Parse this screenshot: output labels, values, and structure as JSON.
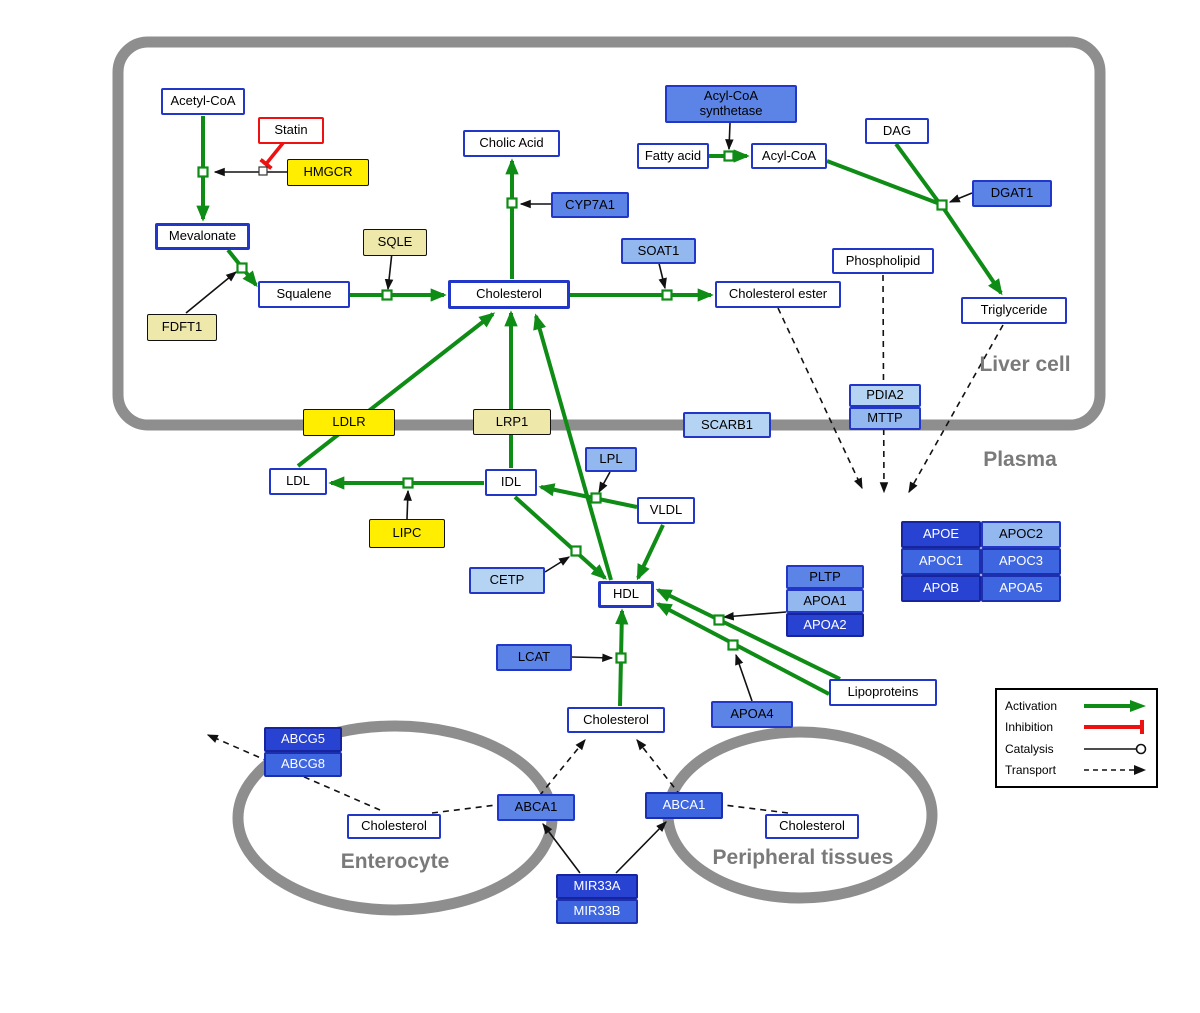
{
  "compartments": {
    "liver": "Liver cell",
    "plasma": "Plasma",
    "enterocyte": "Enterocyte",
    "peripheral": "Peripheral tissues"
  },
  "legend": {
    "activation": "Activation",
    "inhibition": "Inhibition",
    "catalysis": "Catalysis",
    "transport": "Transport"
  },
  "colors": {
    "activation_green": "#0e8c15",
    "inhibition_red": "#ee1111",
    "node_border_blue": "#2236c8",
    "node_yellow": "#ffee00",
    "node_khaki": "#eee8aa",
    "node_blue_dark": "#2843d2",
    "node_blue_medium": "#5b84e6",
    "node_blue_light": "#93b7ef",
    "compartment_gray": "#8e8e8e"
  },
  "nodes": {
    "acetyl_coa": "Acetyl-CoA",
    "statin": "Statin",
    "hmgcr": "HMGCR",
    "mevalonate": "Mevalonate",
    "fdft1": "FDFT1",
    "squalene": "Squalene",
    "sqle": "SQLE",
    "cholesterol_liver": "Cholesterol",
    "cholic_acid": "Cholic Acid",
    "cyp7a1": "CYP7A1",
    "soat1": "SOAT1",
    "cholesterol_ester": "Cholesterol ester",
    "acyl_coa_synthetase": "Acyl-CoA synthetase",
    "fatty_acid": "Fatty acid",
    "acyl_coa": "Acyl-CoA",
    "dag": "DAG",
    "dgat1": "DGAT1",
    "phospholipid": "Phospholipid",
    "triglyceride": "Triglyceride",
    "pdia2": "PDIA2",
    "mttp": "MTTP",
    "scarb1": "SCARB1",
    "ldlr": "LDLR",
    "lrp1": "LRP1",
    "ldl": "LDL",
    "idl": "IDL",
    "lpl": "LPL",
    "vldl": "VLDL",
    "lipc": "LIPC",
    "cetp": "CETP",
    "hdl": "HDL",
    "lcat": "LCAT",
    "apoe": "APOE",
    "apoc2": "APOC2",
    "apoc1": "APOC1",
    "apoc3": "APOC3",
    "apob": "APOB",
    "apoa5": "APOA5",
    "pltp": "PLTP",
    "apoa1": "APOA1",
    "apoa2": "APOA2",
    "apoa4": "APOA4",
    "lipoproteins": "Lipoproteins",
    "cholesterol_plasma": "Cholesterol",
    "abcg5": "ABCG5",
    "abcg8": "ABCG8",
    "cholesterol_enterocyte": "Cholesterol",
    "abca1_left": "ABCA1",
    "abca1_right": "ABCA1",
    "cholesterol_peripheral": "Cholesterol",
    "mir33a": "MIR33A",
    "mir33b": "MIR33B"
  }
}
